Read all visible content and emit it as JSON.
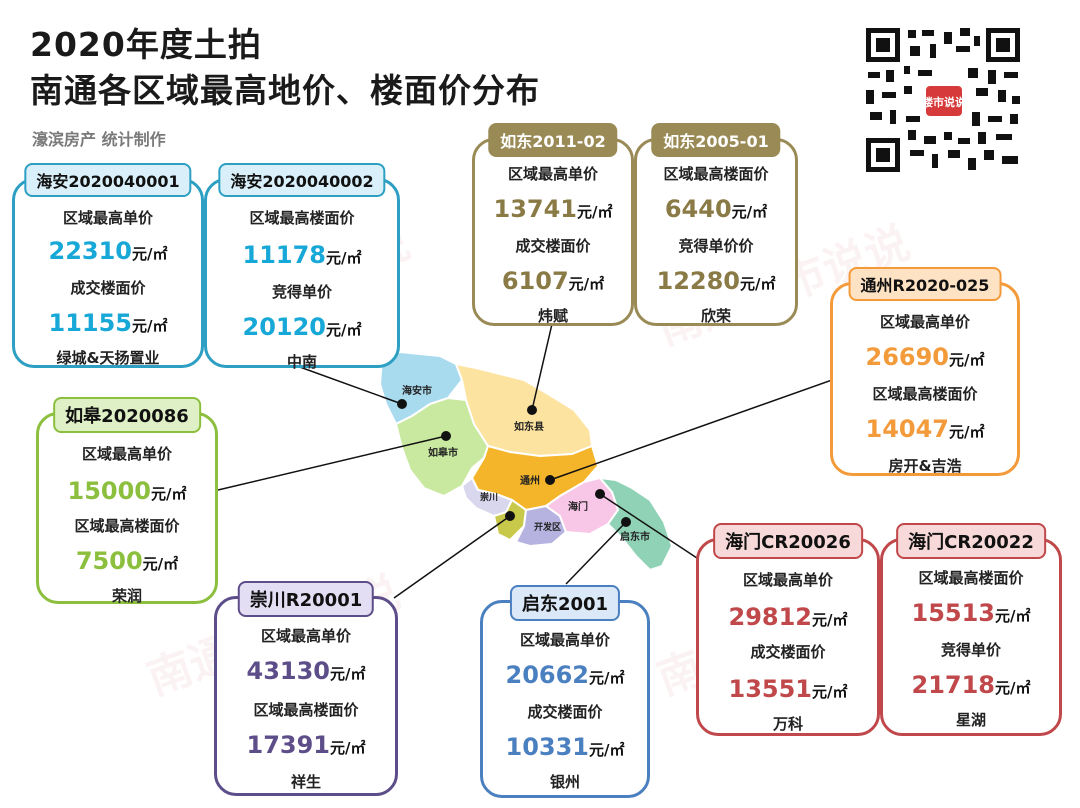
{
  "title_line1": "2020年度土拍",
  "title_line2": "南通各区域最高地价、楼面价分布",
  "subtitle": "濠滨房产 统计制作",
  "qr_label": "楼市说说",
  "watermark": "南通楼市说说",
  "unit": "元/㎡",
  "colors": {
    "blue": "#17a8d8",
    "cyan_border": "#2c9fc2",
    "gold": "#9a8a55",
    "orange": "#f39a3a",
    "green": "#8bbf3d",
    "purple": "#5d4e8a",
    "steel": "#4a7fc0",
    "red": "#c0484a"
  },
  "map_labels": {
    "haian": "海安市",
    "rugao": "如皋市",
    "rudong": "如东县",
    "tongzhou": "通州",
    "chongchuan": "崇川",
    "kaifaqu": "开发区",
    "haimen": "海门",
    "qidong": "启东市"
  },
  "cards": {
    "haian1": {
      "header": "海安2020040001",
      "label1": "区域最高单价",
      "value1": "22310",
      "label2": "成交楼面价",
      "value2": "11155",
      "buyer": "绿城&天扬置业"
    },
    "haian2": {
      "header": "海安2020040002",
      "label1": "区域最高楼面价",
      "value1": "11178",
      "label2": "竞得单价",
      "value2": "20120",
      "buyer": "中南"
    },
    "rudong1": {
      "header": "如东2011-02",
      "label1": "区域最高单价",
      "value1": "13741",
      "label2": "成交楼面价",
      "value2": "6107",
      "buyer": "炜赋"
    },
    "rudong2": {
      "header": "如东2005-01",
      "label1": "区域最高楼面价",
      "value1": "6440",
      "label2": "竞得单价价",
      "value2": "12280",
      "buyer": "欣荣"
    },
    "tongzhou": {
      "header": "通州R2020-025",
      "label1": "区域最高单价",
      "value1": "26690",
      "label2": "区域最高楼面价",
      "value2": "14047",
      "buyer": "房开&吉浩"
    },
    "rugao": {
      "header": "如皋2020086",
      "label1": "区域最高单价",
      "value1": "15000",
      "label2": "区域最高楼面价",
      "value2": "7500",
      "buyer": "荣润"
    },
    "chongchuan": {
      "header": "崇川R20001",
      "label1": "区域最高单价",
      "value1": "43130",
      "label2": "区域最高楼面价",
      "value2": "17391",
      "buyer": "祥生"
    },
    "qidong": {
      "header": "启东2001",
      "label1": "区域最高单价",
      "value1": "20662",
      "label2": "成交楼面价",
      "value2": "10331",
      "buyer": "银州"
    },
    "haimen1": {
      "header": "海门CR20026",
      "label1": "区域最高单价",
      "value1": "29812",
      "label2": "成交楼面价",
      "value2": "13551",
      "buyer": "万科"
    },
    "haimen2": {
      "header": "海门CR20022",
      "label1": "区域最高楼面价",
      "value1": "15513",
      "label2": "竞得单价",
      "value2": "21718",
      "buyer": "星湖"
    }
  }
}
